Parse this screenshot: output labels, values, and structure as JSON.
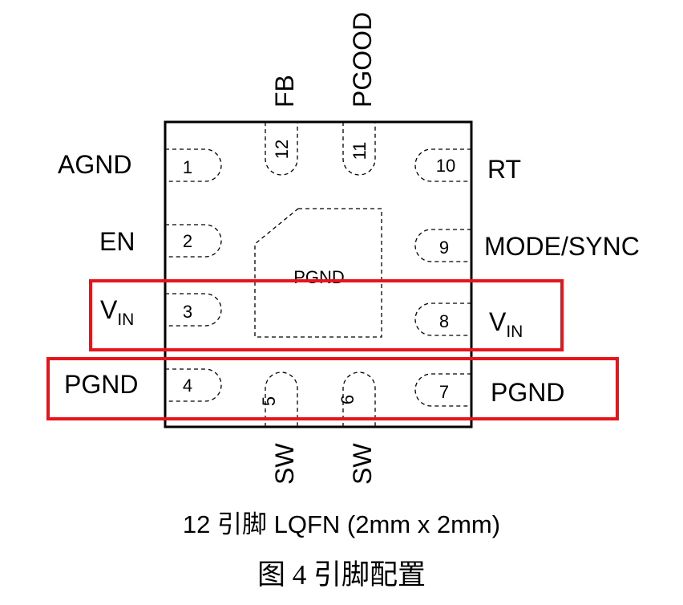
{
  "package": {
    "center_pad_label": "PGND",
    "pins": [
      {
        "num": "1",
        "name": "AGND",
        "side": "left"
      },
      {
        "num": "2",
        "name": "EN",
        "side": "left"
      },
      {
        "num": "3",
        "name": "V",
        "sub": "IN",
        "side": "left"
      },
      {
        "num": "4",
        "name": "PGND",
        "side": "left"
      },
      {
        "num": "5",
        "name": "SW",
        "side": "bottom"
      },
      {
        "num": "6",
        "name": "SW",
        "side": "bottom"
      },
      {
        "num": "7",
        "name": "PGND",
        "side": "right"
      },
      {
        "num": "8",
        "name": "V",
        "sub": "IN",
        "side": "right"
      },
      {
        "num": "9",
        "name": "MODE/SYNC",
        "side": "right"
      },
      {
        "num": "10",
        "name": "RT",
        "side": "right"
      },
      {
        "num": "11",
        "name": "PGOOD",
        "side": "top"
      },
      {
        "num": "12",
        "name": "FB",
        "side": "top"
      }
    ]
  },
  "highlights": [
    {
      "pins": [
        "3",
        "8"
      ],
      "color": "#e8141b"
    },
    {
      "pins": [
        "4",
        "7"
      ],
      "color": "#e8141b"
    }
  ],
  "caption": {
    "subtitle": "12 引脚 LQFN (2mm x 2mm)",
    "figure": "图 4 引脚配置"
  }
}
